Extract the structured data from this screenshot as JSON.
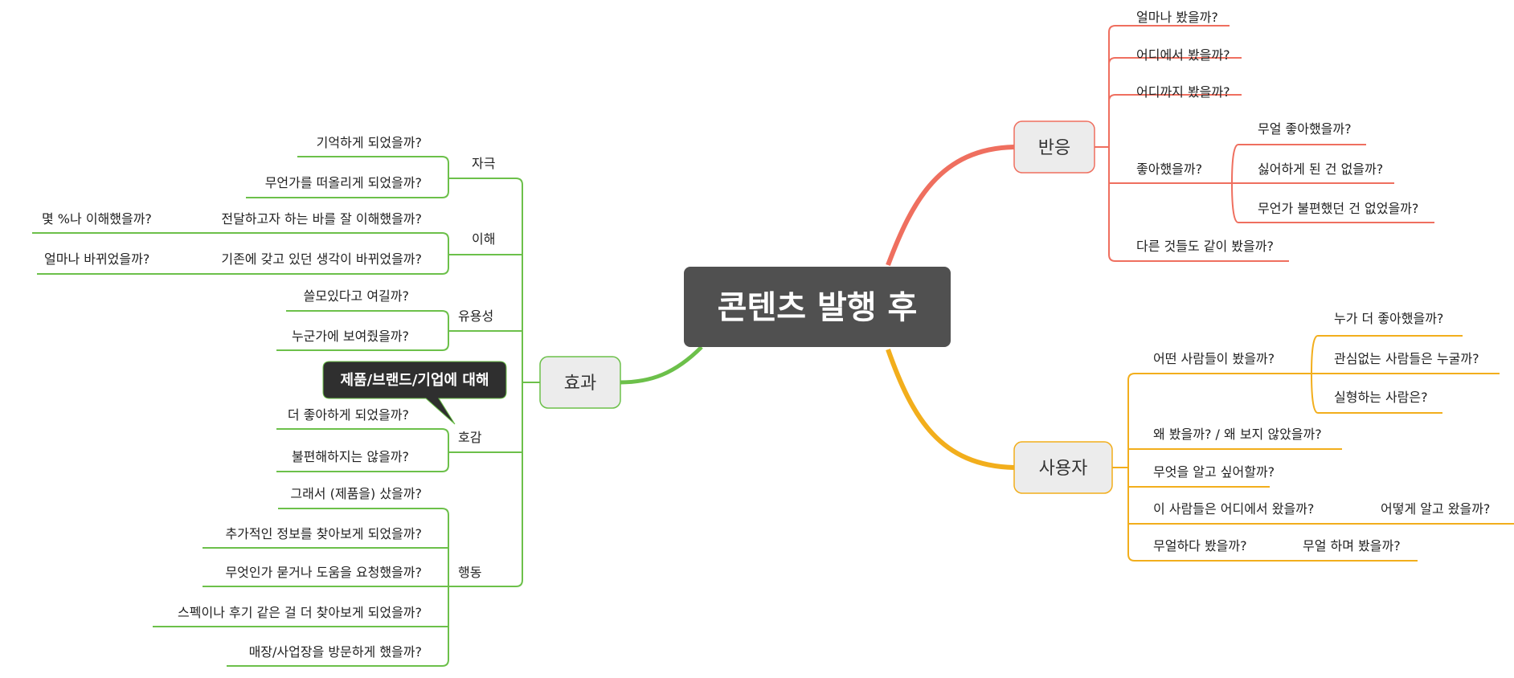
{
  "center": {
    "label": "콘텐츠 발행 후",
    "color": "#505050"
  },
  "colors": {
    "reaction": "#ef6f5f",
    "user": "#f2ae1c",
    "effect": "#6cc04a",
    "node_fill": "#ececec",
    "callout": "#2f2f2f"
  },
  "reaction": {
    "label": "반응",
    "items": [
      {
        "label": "얼마나 봤을까?"
      },
      {
        "label": "어디에서 봤을까?"
      },
      {
        "label": "어디까지 봤을까?"
      },
      {
        "label": "좋아했을까?",
        "children": [
          "무얼 좋아했을까?",
          "싫어하게 된 건 없을까?",
          "무언가 불편했던 건 없었을까?"
        ]
      },
      {
        "label": "다른 것들도 같이 봤을까?"
      }
    ]
  },
  "user": {
    "label": "사용자",
    "items": [
      {
        "label": "어떤 사람들이 봤을까?",
        "children": [
          "누가 더 좋아했을까?",
          "관심없는 사람들은 누굴까?",
          "실형하는 사람은?"
        ]
      },
      {
        "label": "왜 봤을까? / 왜 보지 않았을까?"
      },
      {
        "label": "무엇을 알고 싶어할까?"
      },
      {
        "label": "이 사람들은 어디에서 왔을까?",
        "children": [
          "어떻게 알고 왔을까?"
        ]
      },
      {
        "label": "무얼하다 봤을까?",
        "children": [
          "무얼 하며 봤을까?"
        ]
      }
    ]
  },
  "effect": {
    "label": "효과",
    "callout": "제품/브랜드/기업에 대해",
    "groups": [
      {
        "label": "자극",
        "items": [
          {
            "label": "기억하게 되었을까?"
          },
          {
            "label": "무언가를 떠올리게 되었을까?"
          }
        ]
      },
      {
        "label": "이해",
        "items": [
          {
            "label": "전달하고자 하는 바를 잘 이해했을까?",
            "child": "몇 %나 이해했을까?"
          },
          {
            "label": "기존에 갖고 있던 생각이 바뀌었을까?",
            "child": "얼마나 바뀌었을까?"
          }
        ]
      },
      {
        "label": "유용성",
        "items": [
          {
            "label": "쓸모있다고 여길까?"
          },
          {
            "label": "누군가에 보여줬을까?"
          }
        ]
      },
      {
        "label": "호감",
        "items": [
          {
            "label": "더 좋아하게 되었을까?"
          },
          {
            "label": "불편해하지는 않을까?"
          }
        ]
      },
      {
        "label": "행동",
        "items": [
          {
            "label": "그래서 (제품을) 샀을까?"
          },
          {
            "label": "추가적인 정보를 찾아보게 되었을까?"
          },
          {
            "label": "무엇인가 묻거나 도움을 요청했을까?"
          },
          {
            "label": "스펙이나 후기 같은 걸 더 찾아보게 되었을까?"
          },
          {
            "label": "매장/사업장을 방문하게 했을까?"
          }
        ]
      }
    ]
  }
}
